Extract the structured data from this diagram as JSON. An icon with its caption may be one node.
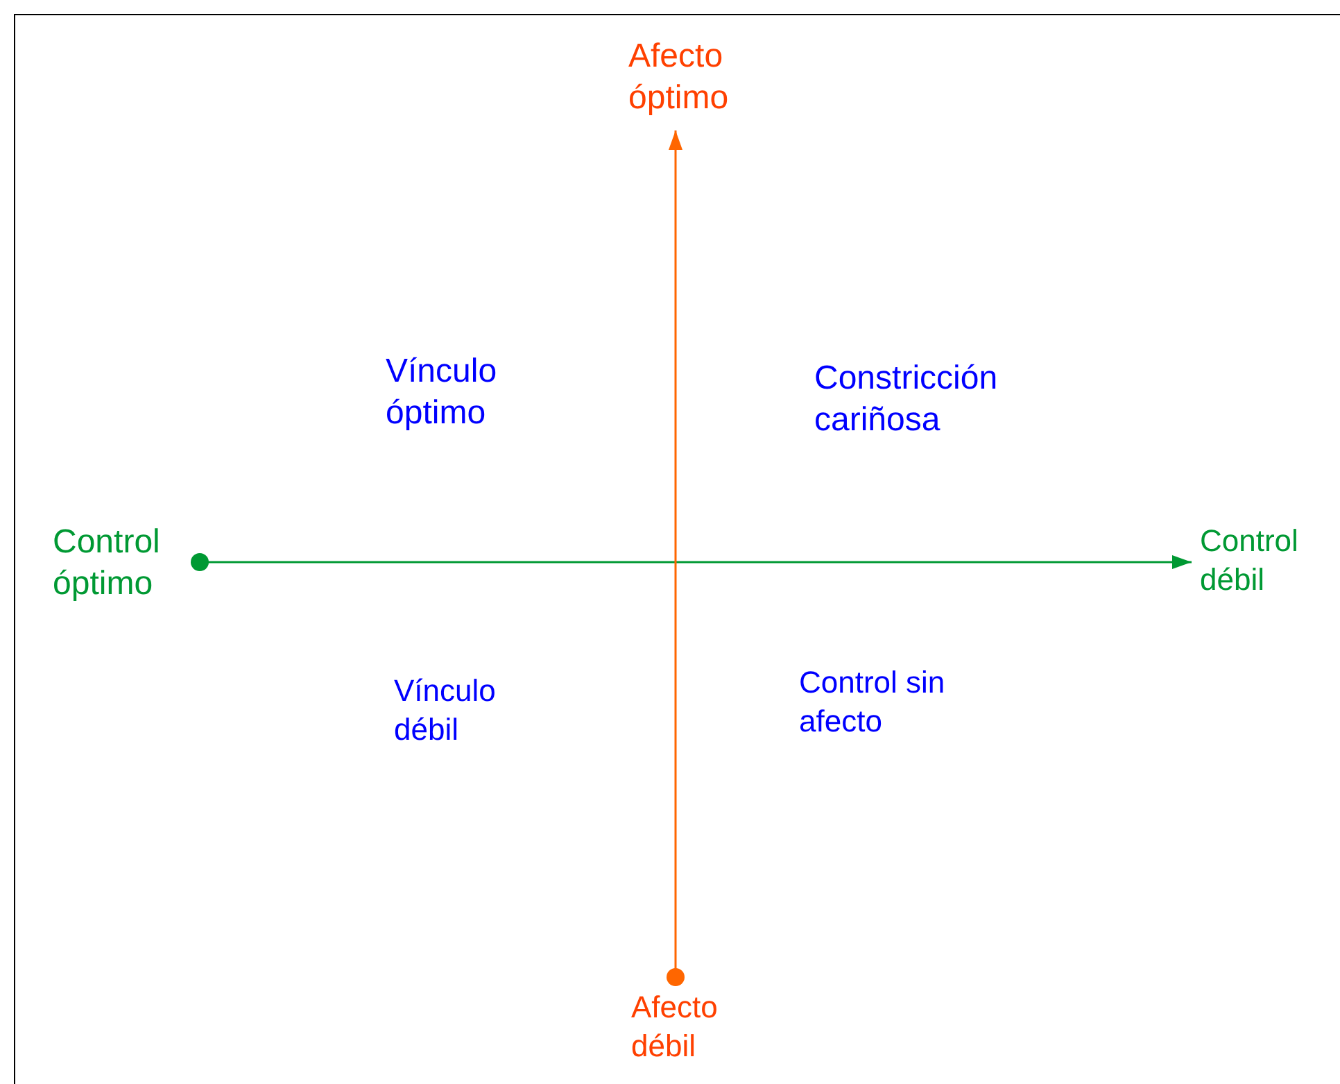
{
  "diagram": {
    "nodes": [
      {
        "text": [
          "Control óptimo"
        ]
      },
      {
        "text": [
          "Control débil"
        ]
      },
      {
        "text": [
          "Afecto débil"
        ]
      },
      {
        "text": [
          "Afecto óptimo"
        ]
      }
    ],
    "edges": [
      {
        "from": 0,
        "to": 1,
        "arrow": "to",
        "color": "#009933"
      },
      {
        "from": 2,
        "to": 3,
        "arrow": "to",
        "color": "#ff6600"
      }
    ],
    "labels": [
      "Vínculo óptimo",
      "Constricción cariñosa",
      "Vínculo débil",
      "Control sin afecto"
    ]
  }
}
